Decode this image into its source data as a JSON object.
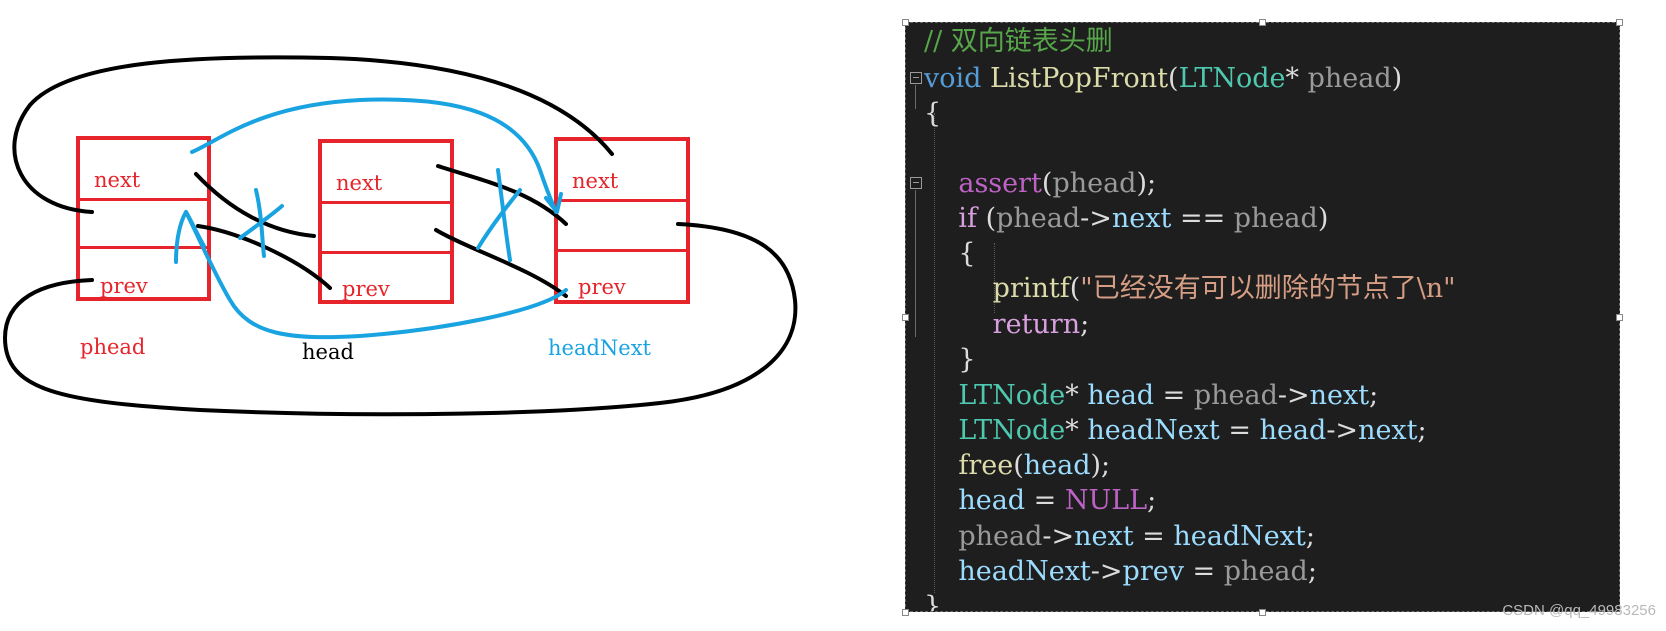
{
  "diagram": {
    "nodes": [
      {
        "name": "phead",
        "name_color": "#e5252b",
        "next_label": "next",
        "prev_label": "prev"
      },
      {
        "name": "head",
        "name_color": "#000000",
        "next_label": "next",
        "prev_label": "prev"
      },
      {
        "name": "headNext",
        "name_color": "#1aa3e1",
        "next_label": "next",
        "prev_label": "prev"
      }
    ],
    "colors": {
      "box": "#e5252b",
      "old_links": "#000000",
      "new_links": "#1aa3e1"
    }
  },
  "code": {
    "lines": [
      [
        {
          "t": "// 双向链表头删",
          "c": "comment"
        }
      ],
      [
        {
          "t": "void",
          "c": "kw"
        },
        {
          "t": " ListPopFront",
          "c": "func"
        },
        {
          "t": "(",
          "c": "plain"
        },
        {
          "t": "LTNode",
          "c": "type"
        },
        {
          "t": "* ",
          "c": "plain"
        },
        {
          "t": "phead",
          "c": "param"
        },
        {
          "t": ")",
          "c": "plain"
        }
      ],
      [
        {
          "t": "{",
          "c": "plain"
        }
      ],
      [],
      [
        {
          "t": "    ",
          "c": "plain"
        },
        {
          "t": "assert",
          "c": "macro"
        },
        {
          "t": "(",
          "c": "plain"
        },
        {
          "t": "phead",
          "c": "param"
        },
        {
          "t": ");",
          "c": "plain"
        }
      ],
      [
        {
          "t": "    ",
          "c": "plain"
        },
        {
          "t": "if",
          "c": "ctl"
        },
        {
          "t": " (",
          "c": "plain"
        },
        {
          "t": "phead",
          "c": "param"
        },
        {
          "t": "->",
          "c": "plain"
        },
        {
          "t": "next",
          "c": "var"
        },
        {
          "t": " == ",
          "c": "plain"
        },
        {
          "t": "phead",
          "c": "param"
        },
        {
          "t": ")",
          "c": "plain"
        }
      ],
      [
        {
          "t": "    {",
          "c": "plain"
        }
      ],
      [
        {
          "t": "        ",
          "c": "plain"
        },
        {
          "t": "printf",
          "c": "func"
        },
        {
          "t": "(",
          "c": "plain"
        },
        {
          "t": "\"已经没有可以删除的节点了\\n\"",
          "c": "str"
        }
      ],
      [
        {
          "t": "        ",
          "c": "plain"
        },
        {
          "t": "return",
          "c": "ctl"
        },
        {
          "t": ";",
          "c": "plain"
        }
      ],
      [
        {
          "t": "    }",
          "c": "plain"
        }
      ],
      [
        {
          "t": "    ",
          "c": "plain"
        },
        {
          "t": "LTNode",
          "c": "type"
        },
        {
          "t": "* ",
          "c": "plain"
        },
        {
          "t": "head",
          "c": "var"
        },
        {
          "t": " = ",
          "c": "plain"
        },
        {
          "t": "phead",
          "c": "param"
        },
        {
          "t": "->",
          "c": "plain"
        },
        {
          "t": "next",
          "c": "var"
        },
        {
          "t": ";",
          "c": "plain"
        }
      ],
      [
        {
          "t": "    ",
          "c": "plain"
        },
        {
          "t": "LTNode",
          "c": "type"
        },
        {
          "t": "* ",
          "c": "plain"
        },
        {
          "t": "headNext",
          "c": "var"
        },
        {
          "t": " = ",
          "c": "plain"
        },
        {
          "t": "head",
          "c": "var"
        },
        {
          "t": "->",
          "c": "plain"
        },
        {
          "t": "next",
          "c": "var"
        },
        {
          "t": ";",
          "c": "plain"
        }
      ],
      [
        {
          "t": "    ",
          "c": "plain"
        },
        {
          "t": "free",
          "c": "func"
        },
        {
          "t": "(",
          "c": "plain"
        },
        {
          "t": "head",
          "c": "var"
        },
        {
          "t": ");",
          "c": "plain"
        }
      ],
      [
        {
          "t": "    ",
          "c": "plain"
        },
        {
          "t": "head",
          "c": "var"
        },
        {
          "t": " = ",
          "c": "plain"
        },
        {
          "t": "NULL",
          "c": "macro"
        },
        {
          "t": ";",
          "c": "plain"
        }
      ],
      [
        {
          "t": "    ",
          "c": "plain"
        },
        {
          "t": "phead",
          "c": "param"
        },
        {
          "t": "->",
          "c": "plain"
        },
        {
          "t": "next",
          "c": "var"
        },
        {
          "t": " = ",
          "c": "plain"
        },
        {
          "t": "headNext",
          "c": "var"
        },
        {
          "t": ";",
          "c": "plain"
        }
      ],
      [
        {
          "t": "    ",
          "c": "plain"
        },
        {
          "t": "headNext",
          "c": "var"
        },
        {
          "t": "->",
          "c": "plain"
        },
        {
          "t": "prev",
          "c": "var"
        },
        {
          "t": " = ",
          "c": "plain"
        },
        {
          "t": "phead",
          "c": "param"
        },
        {
          "t": ";",
          "c": "plain"
        }
      ],
      [
        {
          "t": "}",
          "c": "plain"
        }
      ]
    ]
  },
  "watermark": "CSDN @qq_49983256"
}
